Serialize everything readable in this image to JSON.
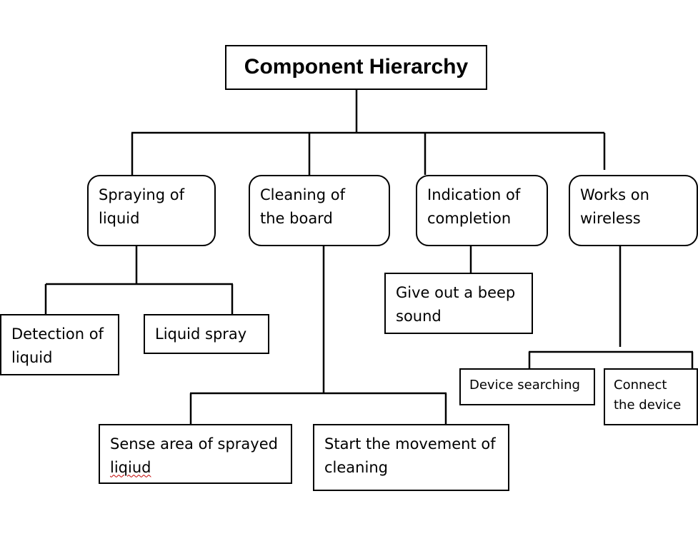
{
  "diagram": {
    "root": {
      "label": "Component Hierarchy"
    },
    "nodes": [
      {
        "id": "spray",
        "label": "Spraying of\nliquid"
      },
      {
        "id": "clean",
        "label": "Cleaning of\nthe board"
      },
      {
        "id": "indic",
        "label": "Indication of\ncompletion"
      },
      {
        "id": "wireless",
        "label": "Works on\nwireless"
      },
      {
        "id": "detect",
        "label": "Detection of\nliquid"
      },
      {
        "id": "liquid",
        "label": "Liquid spray"
      },
      {
        "id": "beep",
        "label": "Give out a beep\nsound"
      },
      {
        "id": "devsearch",
        "label": "Device searching"
      },
      {
        "id": "connect",
        "label": "Connect\nthe device"
      },
      {
        "id": "sense",
        "label": "Sense area of sprayed\n",
        "misspelled": "liqiud"
      },
      {
        "id": "start",
        "label": "Start the movement of\ncleaning"
      }
    ],
    "edges": [
      {
        "from": "root",
        "to": "spray"
      },
      {
        "from": "root",
        "to": "clean"
      },
      {
        "from": "root",
        "to": "indic"
      },
      {
        "from": "root",
        "to": "wireless"
      },
      {
        "from": "spray",
        "to": "detect"
      },
      {
        "from": "spray",
        "to": "liquid"
      },
      {
        "from": "clean",
        "to": "sense"
      },
      {
        "from": "clean",
        "to": "start"
      },
      {
        "from": "indic",
        "to": "beep"
      },
      {
        "from": "wireless",
        "to": "devsearch"
      },
      {
        "from": "wireless",
        "to": "connect"
      }
    ]
  }
}
